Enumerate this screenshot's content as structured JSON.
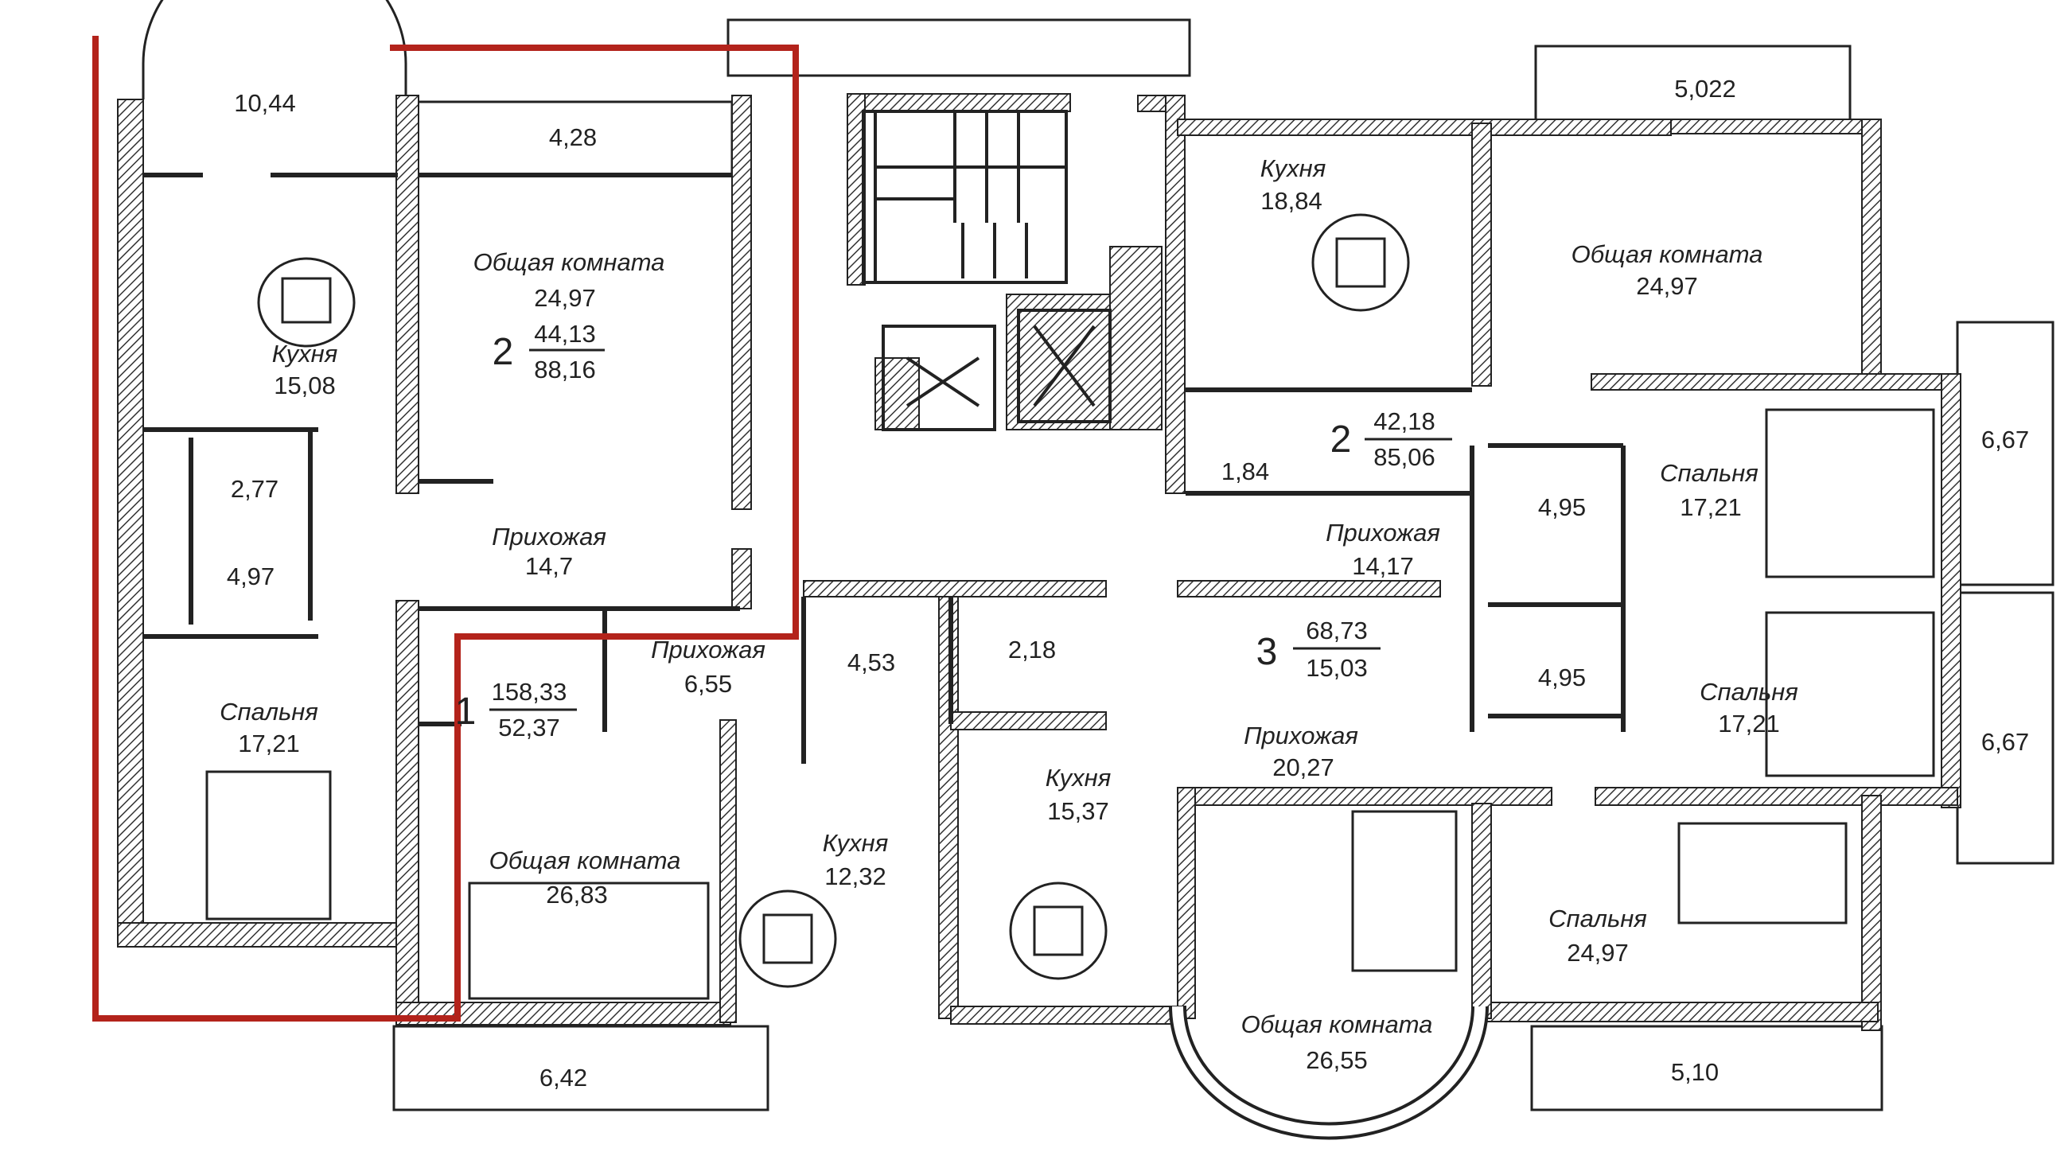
{
  "rooms": {
    "balcony_top_left": "10,44",
    "loggia_top": "4,28",
    "kitchen_a_name": "Кухня",
    "kitchen_a_area": "15,08",
    "living_a_name": "Общая комната",
    "living_a_area": "24,97",
    "bath_a1": "2,77",
    "bath_a2": "4,97",
    "hall_a_name": "Прихожая",
    "hall_a_area": "14,7",
    "bedroom_a_name": "Спальня",
    "bedroom_a_area": "17,21",
    "hall_b_name": "Прихожая",
    "hall_b_area": "6,55",
    "bath_b1": "4,53",
    "bath_b2": "2,18",
    "living_b_name": "Общая комната",
    "living_b_area": "26,83",
    "kitchen_b_name": "Кухня",
    "kitchen_b_area": "12,32",
    "kitchen_c_name": "Кухня",
    "kitchen_c_area": "15,37",
    "balcony_bottom_left": "6,42",
    "kitchen_d_name": "Кухня",
    "kitchen_d_area": "18,84",
    "living_d_name": "Общая комната",
    "living_d_area": "24,97",
    "balcony_top_right": "5,022",
    "bath_d": "1,84",
    "hall_d_name": "Прихожая",
    "hall_d_area": "14,17",
    "bath_e1": "4,95",
    "bath_e2": "4,95",
    "bedroom_e1_name": "Спальня",
    "bedroom_e1_area": "17,21",
    "bedroom_e2_name": "Спальня",
    "bedroom_e2_area": "17,21",
    "balcony_right_1": "6,67",
    "balcony_right_2": "6,67",
    "hall_e_name": "Прихожая",
    "hall_e_area": "20,27",
    "bedroom_f_name": "Спальня",
    "bedroom_f_area": "24,97",
    "living_f_name": "Общая комната",
    "living_f_area": "26,55",
    "balcony_bottom_right": "5,10"
  },
  "apartments": [
    {
      "rooms": "2",
      "living": "44,13",
      "total": "88,16"
    },
    {
      "rooms": "2",
      "living": "42,18",
      "total": "85,06"
    },
    {
      "rooms": "1",
      "living": "158,33",
      "total": "52,37"
    },
    {
      "rooms": "3",
      "living": "68,73",
      "total": "15,03"
    }
  ],
  "colors": {
    "wall": "#2a2a2a",
    "highlight": "#b3231b",
    "background": "#ffffff"
  }
}
